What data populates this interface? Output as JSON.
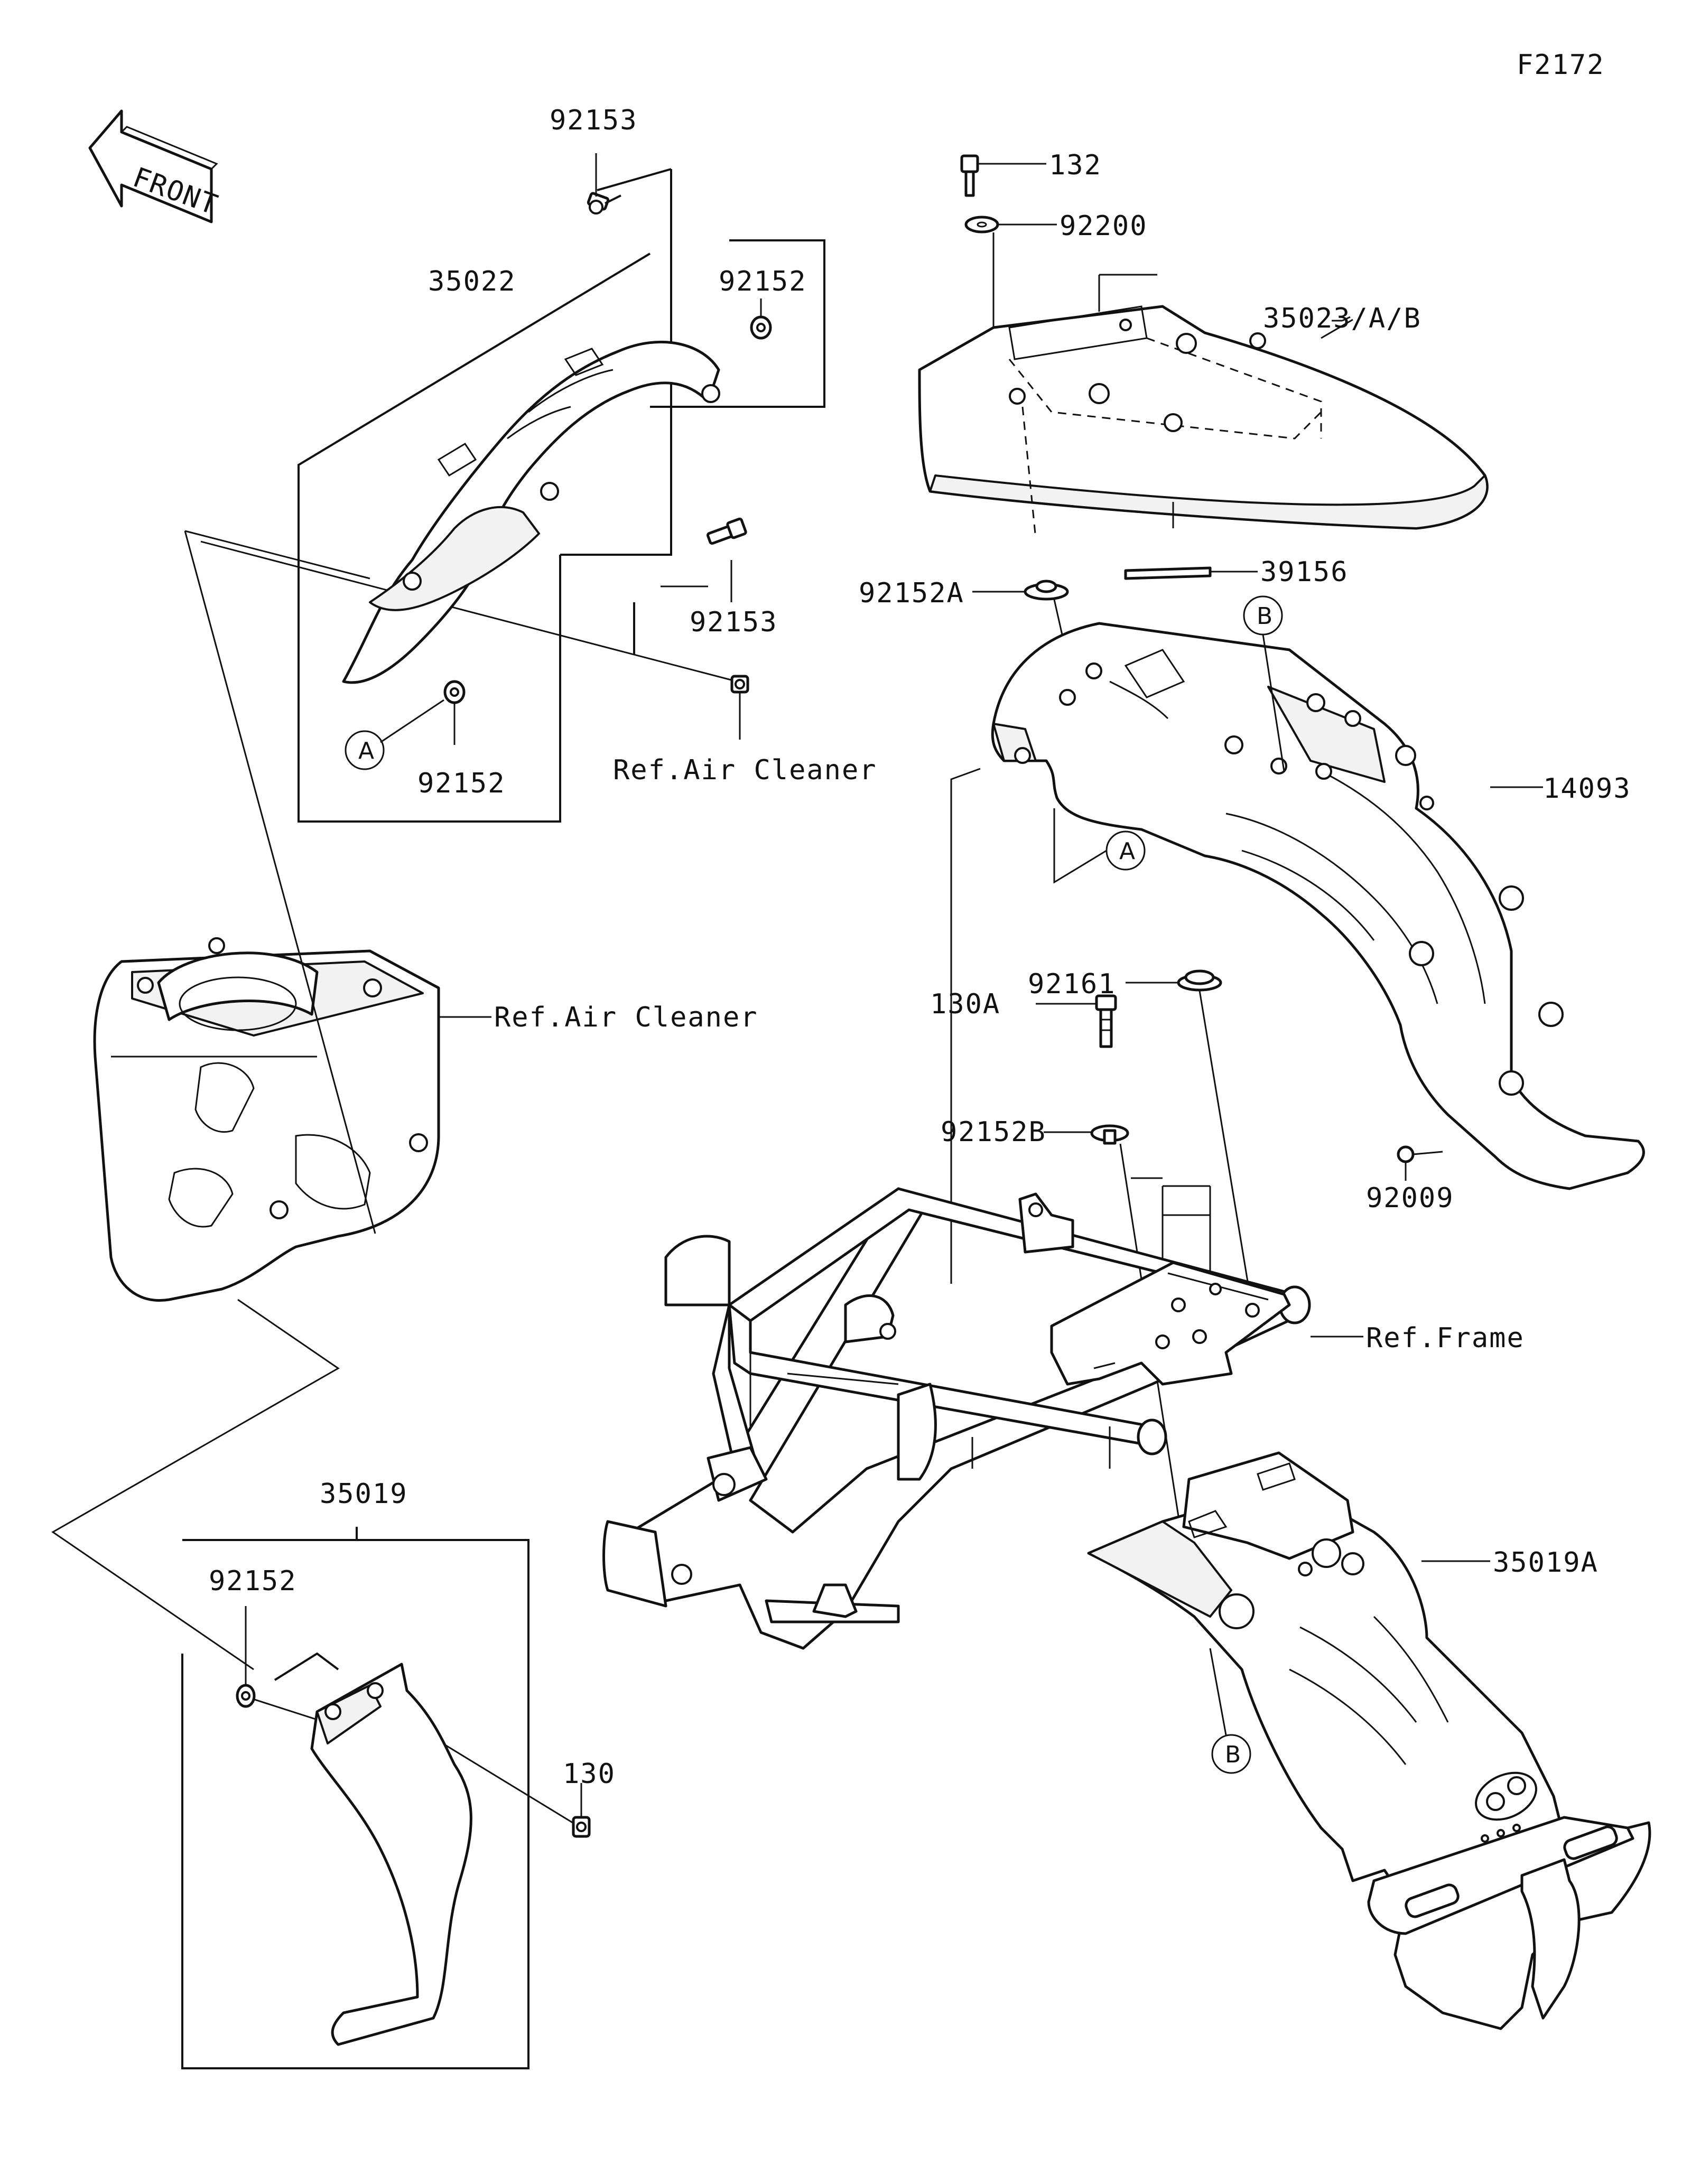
{
  "figure_code": "F2172",
  "front_badge": {
    "text": "FRONT",
    "icon": "front-arrow-icon"
  },
  "labels": {
    "p92153_top": "92153",
    "p35022": "35022",
    "p92152_top_right": "92152",
    "p92153_mid": "92153",
    "p92152_bottom": "92152",
    "ref_air_cleaner_top": "Ref.Air Cleaner",
    "ref_air_cleaner_mid": "Ref.Air Cleaner",
    "p35019": "35019",
    "p92152_35019": "92152",
    "p130": "130",
    "p132": "132",
    "p92200": "92200",
    "p35023": "35023/A/B",
    "p39156": "39156",
    "p92152A": "92152A",
    "p14093": "14093",
    "p92161": "92161",
    "p130A": "130A",
    "p92152B": "92152B",
    "p92009": "92009",
    "ref_frame": "Ref.Frame",
    "p35019A": "35019A"
  },
  "callouts": {
    "a_left": "A",
    "a_right": "A",
    "b_top": "B",
    "b_bottom": "B"
  }
}
